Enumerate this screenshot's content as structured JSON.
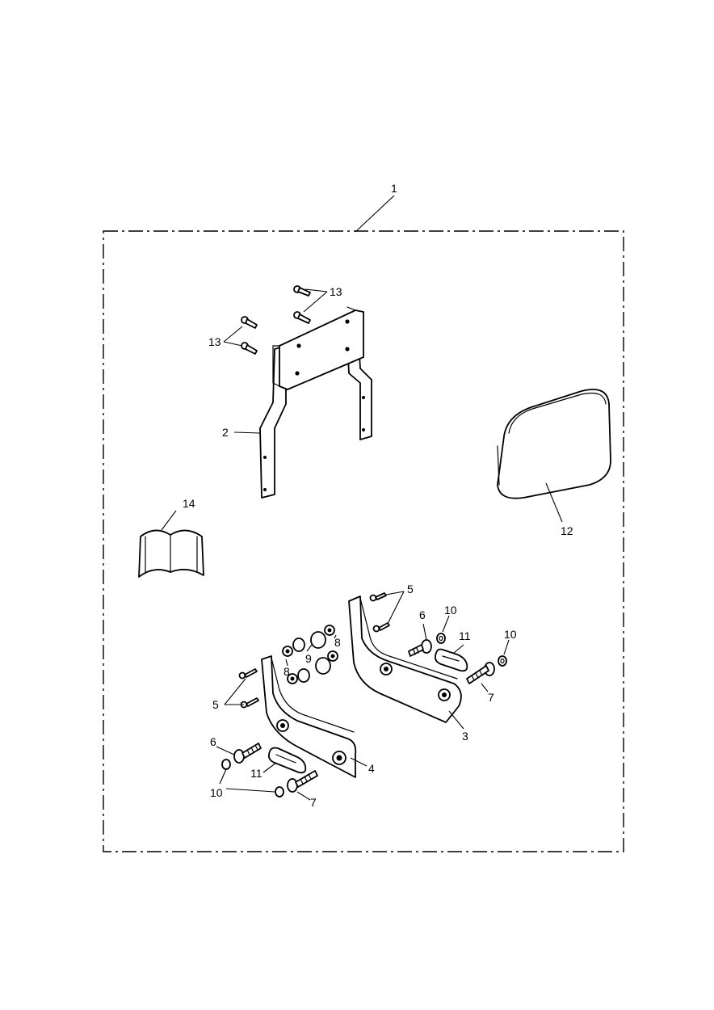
{
  "diagram": {
    "kit_label": "1",
    "callouts": {
      "backrest_frame": "2",
      "right_bracket": "3",
      "left_bracket": "4",
      "screws_upper": "5",
      "screws_lower": "5",
      "bolt_upper": "6",
      "bolt_lower": "6",
      "long_bolt_right": "7",
      "long_bolt_left": "7",
      "nut_left": "8",
      "nut_right": "8",
      "spacer": "9",
      "washer_a": "10",
      "washer_b": "10",
      "washer_lower": "10",
      "slot_plate_right": "11",
      "slot_plate_left": "11",
      "backrest_pad": "12",
      "pad_screws_top": "13",
      "pad_screws_left": "13",
      "instructions": "14"
    }
  }
}
